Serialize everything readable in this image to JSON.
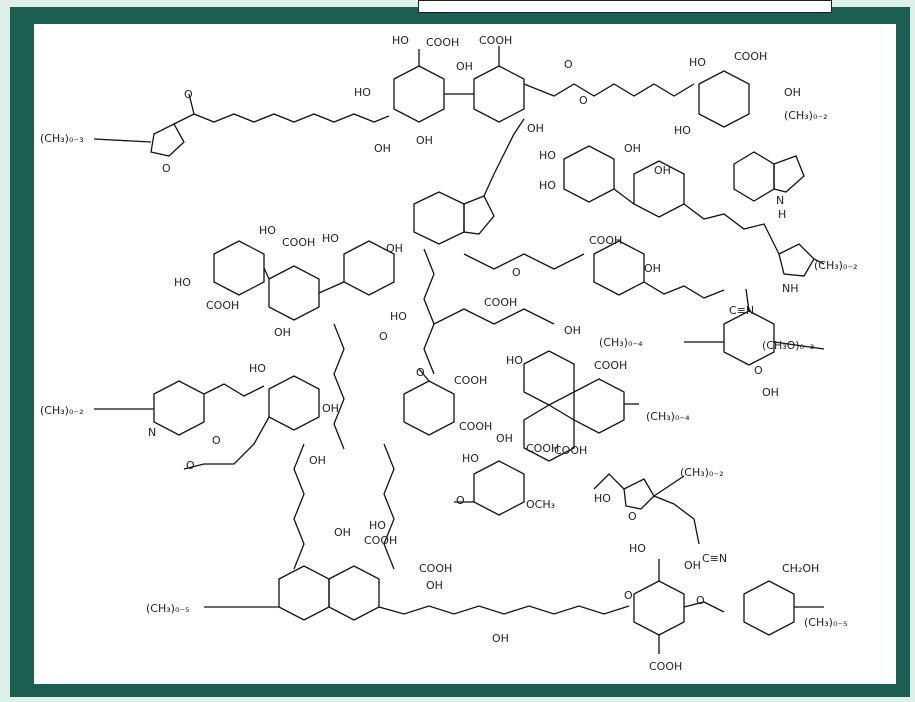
{
  "colors": {
    "background": "#dff0ea",
    "frame": "#1a5f52",
    "paper": "#ffffff",
    "ink": "#111111"
  },
  "labels": {
    "ch3_0_3_left": "(CH₃)₀₋₃",
    "ch3_0_2_top_right": "(CH₃)₀₋₂",
    "ch3_0_2_mid_right": "(CH₃)₀₋₂",
    "ch3_0_4_center": "(CH₃)₀₋₄",
    "ch3o_0_3": "(CH₃O)₀₋₃",
    "ch3_0_2_left": "(CH₃)₀₋₂",
    "ch3_0_4_right": "(CH₃)₀₋₄",
    "ch3_0_2_furan": "(CH₃)₀₋₂",
    "ch3_0_5_left": "(CH₃)₀₋₅",
    "ch3_0_5_right": "(CH₃)₀₋₅",
    "cooh": "COOH",
    "oh": "OH",
    "ho": "HO",
    "o": "O",
    "n": "N",
    "nh": "NH",
    "h": "H",
    "cn": "C≡N",
    "och3": "OCH₃",
    "ch2oh": "CH₂OH"
  }
}
